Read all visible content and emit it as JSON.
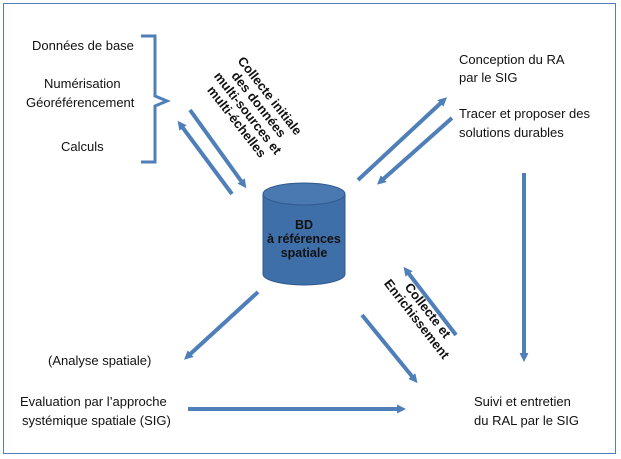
{
  "inputs": {
    "donnees_base": "Données de base",
    "numerisation": "Numérisation",
    "georeferencement": "Géoréférencement",
    "calculs": "Calculs"
  },
  "collecte_initiale": {
    "line1": "Collecte initiale",
    "line2": "des données",
    "line3": "multi-sources et",
    "line4": "multi-échelles"
  },
  "database": {
    "line1": "BD",
    "line2": "à références",
    "line3": "spatiale"
  },
  "conception": {
    "line1": "Conception du RA",
    "line2": "par le SIG",
    "line3": "Tracer et proposer des",
    "line4": "solutions durables"
  },
  "collecte_enrichissement": {
    "line1": "Collecte et",
    "line2": "Enrichissement"
  },
  "analyse": {
    "line1": "(Analyse spatiale)",
    "line2": "Evaluation par l’approche",
    "line3": "systémique spatiale (SIG)"
  },
  "suivi": {
    "line1": "Suivi et entretien",
    "line2": "du RAL par le SIG"
  },
  "colors": {
    "arrow": "#4f7fb8",
    "cylinder_fill": "#3f6fa8",
    "cylinder_top": "#4a78b1",
    "frame": "#4f7fb8"
  }
}
